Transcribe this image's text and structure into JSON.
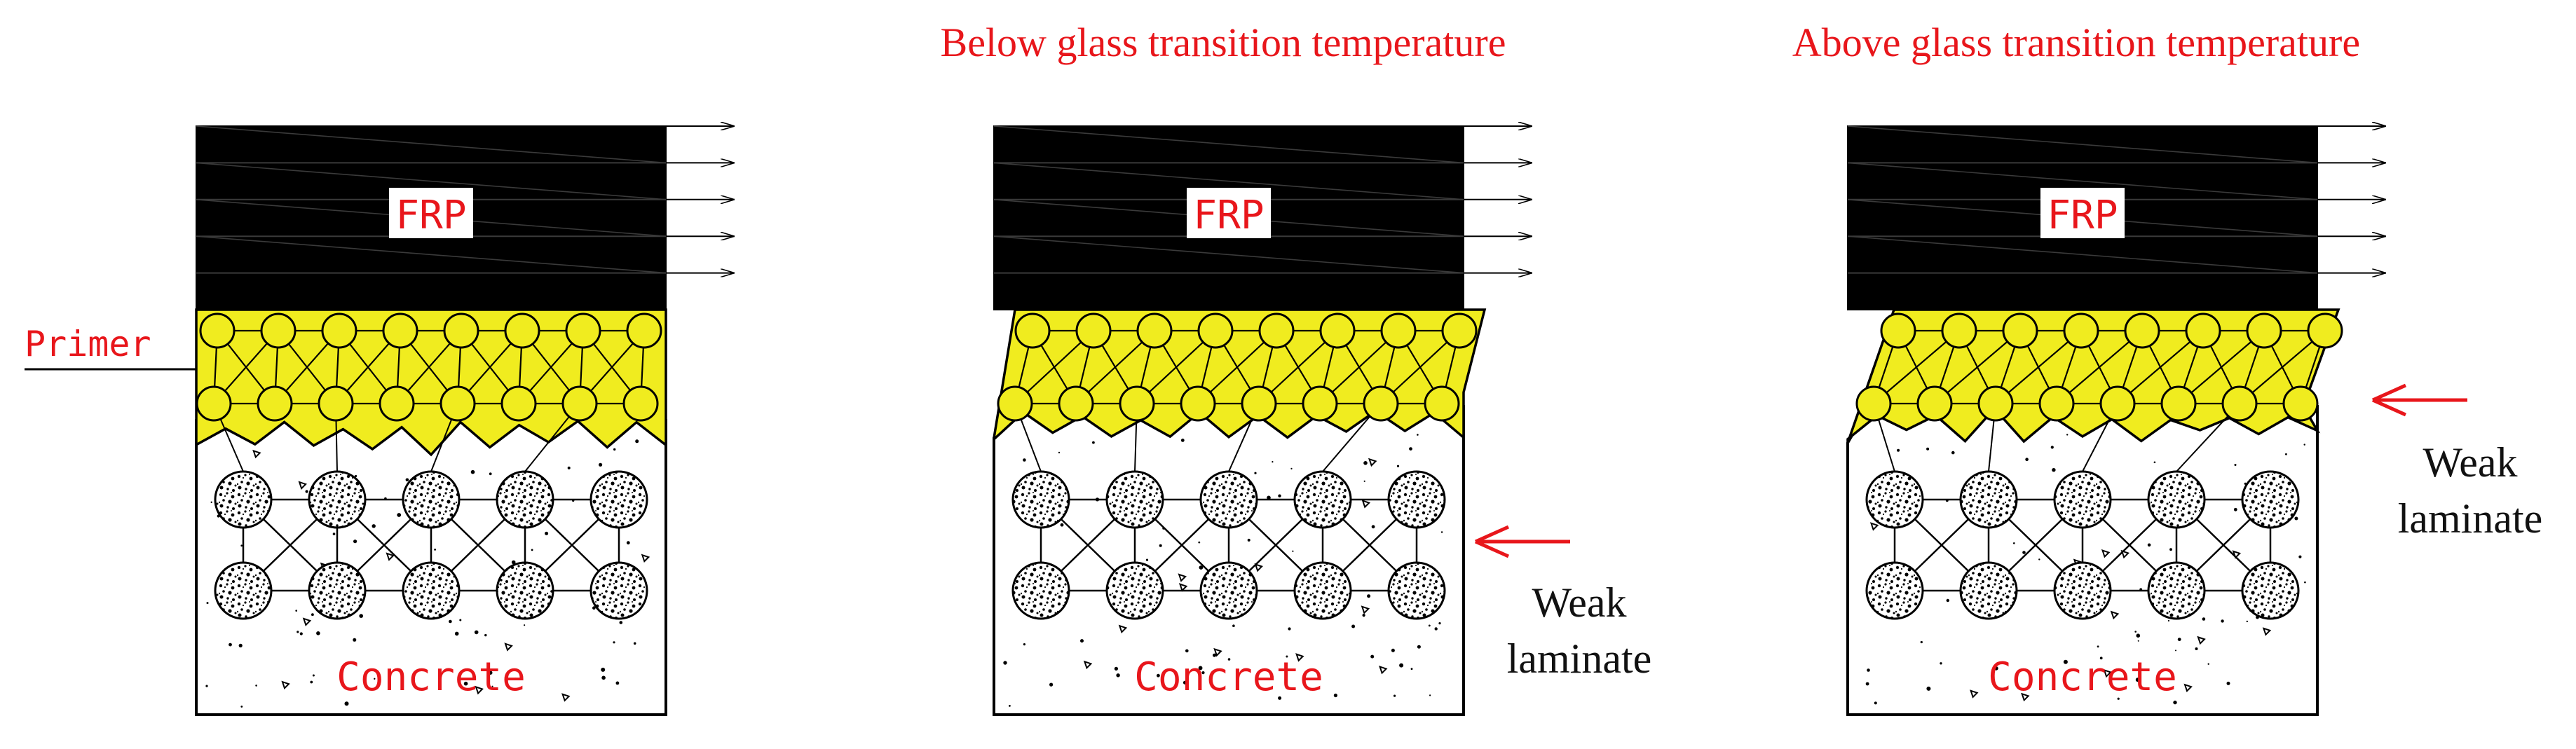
{
  "colors": {
    "frp_fill": "#000000",
    "primer_fill": "#f0ec1f",
    "label_red": "#e8161b",
    "arrow_red": "#e8161b",
    "concrete_fill": "#ffffff"
  },
  "panels": [
    {
      "id": "baseline",
      "title": "",
      "frp_label": "FRP",
      "concrete_label": "Concrete",
      "primer_label": "Primer",
      "weak_label": [
        "",
        ""
      ],
      "shear_state": "none"
    },
    {
      "id": "below",
      "title": "Below glass transition temperature",
      "frp_label": "FRP",
      "concrete_label": "Concrete",
      "primer_label": "",
      "weak_label": [
        "Weak",
        "laminate"
      ],
      "shear_state": "concrete-surface"
    },
    {
      "id": "above",
      "title": "Above glass transition temperature",
      "frp_label": "FRP",
      "concrete_label": "Concrete",
      "primer_label": "",
      "weak_label": [
        "Weak",
        "laminate"
      ],
      "shear_state": "primer-layer"
    }
  ],
  "icons": {
    "pull_arrow": "arrow-right-icon",
    "weak_arrow": "arrow-left-icon"
  }
}
